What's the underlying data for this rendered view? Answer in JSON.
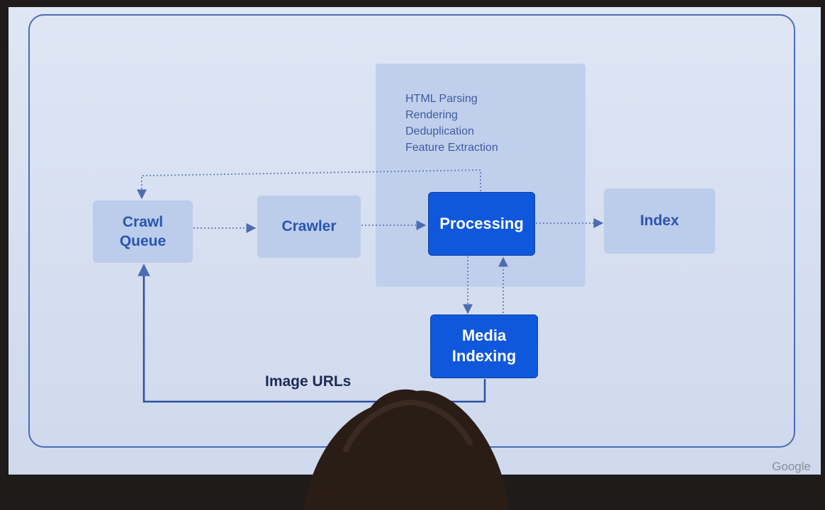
{
  "diagram": {
    "nodes": {
      "crawl_queue": "Crawl\nQueue",
      "crawler": "Crawler",
      "processing": "Processing",
      "index": "Index",
      "media_indexing": "Media\nIndexing"
    },
    "processing_steps": [
      "HTML Parsing",
      "Rendering",
      "Deduplication",
      "Feature Extraction"
    ],
    "edge_label": "Image URLs"
  },
  "brand": "Google",
  "colors": {
    "accent": "#0f58dc",
    "light_node": "#bccdeb",
    "panel": "#c0d0ec",
    "line": "#4e6bb3"
  }
}
